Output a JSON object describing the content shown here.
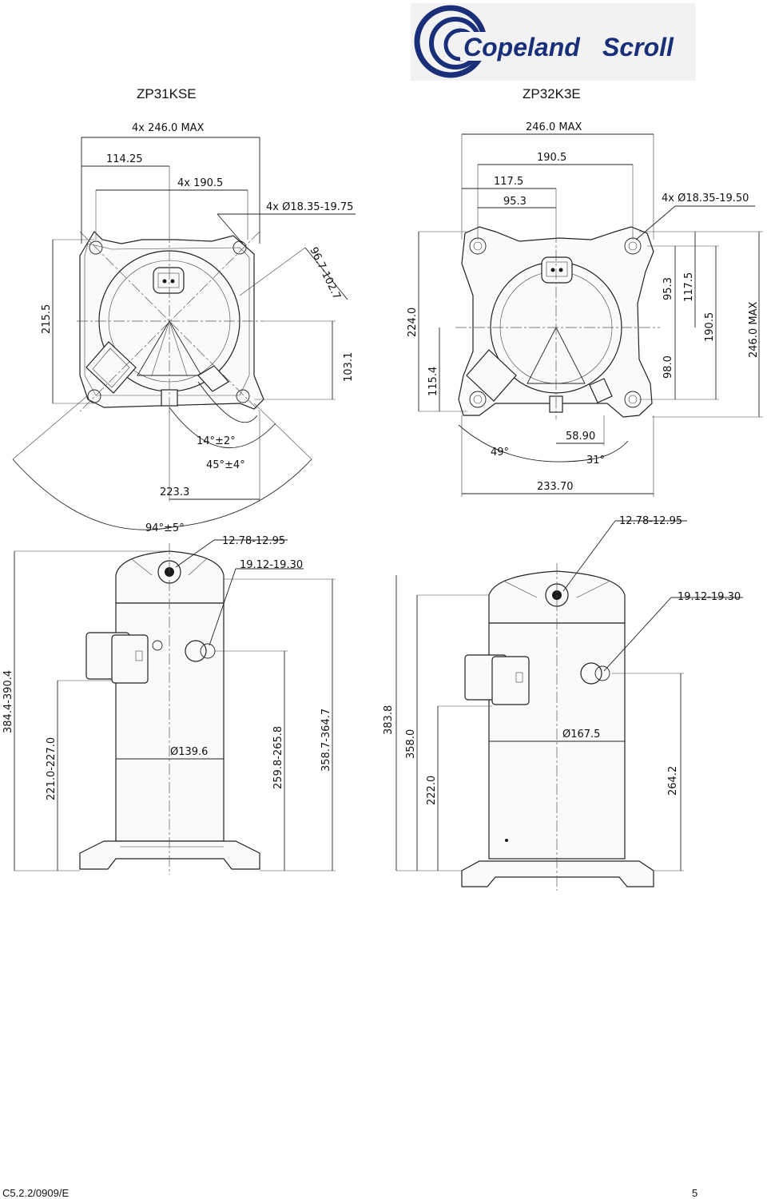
{
  "logo": {
    "brand": "Copeland",
    "product": "Scroll"
  },
  "titles": {
    "left": "ZP31KSE",
    "right": "ZP32K3E"
  },
  "footer": {
    "doc_code": "C5.2.2/0909/E",
    "page": "5"
  },
  "left_top": {
    "d_max": "4x 246.0 MAX",
    "d_11425": "114.25",
    "d_1905": "4x 190.5",
    "d_hole": "4x Ø18.35-19.75",
    "d_2155": "215.5",
    "d_967": "96.7-102.7",
    "d_1031": "103.1",
    "d_ang14": "14°±2°",
    "d_ang45": "45°±4°",
    "d_2233": "223.3",
    "d_ang94": "94°±5°"
  },
  "right_top": {
    "d_max": "246.0 MAX",
    "d_1905": "190.5",
    "d_1175": "117.5",
    "d_953": "95.3",
    "d_hole": "4x Ø18.35-19.50",
    "d_2240": "224.0",
    "d_1154": "115.4",
    "d_953v": "95.3",
    "d_1175v": "117.5",
    "d_1905v": "190.5",
    "d_maxv": "246.0 MAX",
    "d_980": "98.0",
    "d_ang49": "49°",
    "d_589": "58.90",
    "d_ang31": "31°",
    "d_2337": "233.70"
  },
  "left_side": {
    "d_suc": "12.78-12.95",
    "d_dis": "19.12-19.30",
    "d_h1": "384.4-390.4",
    "d_h2": "221.0-227.0",
    "d_dia": "Ø139.6",
    "d_h3": "259.8-265.8",
    "d_h4": "358.7-364.7"
  },
  "right_side": {
    "d_suc": "12.78-12.95",
    "d_dis": "19.12-19.30",
    "d_h1": "383.8",
    "d_h2": "358.0",
    "d_h3": "222.0",
    "d_dia": "Ø167.5",
    "d_h4": "264.2"
  }
}
